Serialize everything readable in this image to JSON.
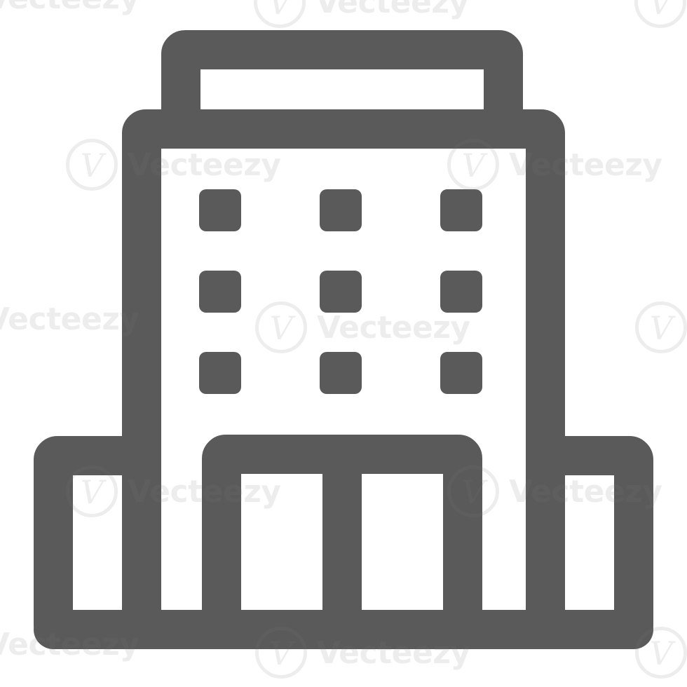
{
  "icon": {
    "name": "office-building-icon",
    "stroke_color": "#5a5a5a",
    "background_color": "#ffffff",
    "window_rows": 3,
    "window_columns": 3,
    "entrance_panels": 2
  },
  "watermark": {
    "text": "Vecteezy",
    "color": "#7a7a7a"
  }
}
